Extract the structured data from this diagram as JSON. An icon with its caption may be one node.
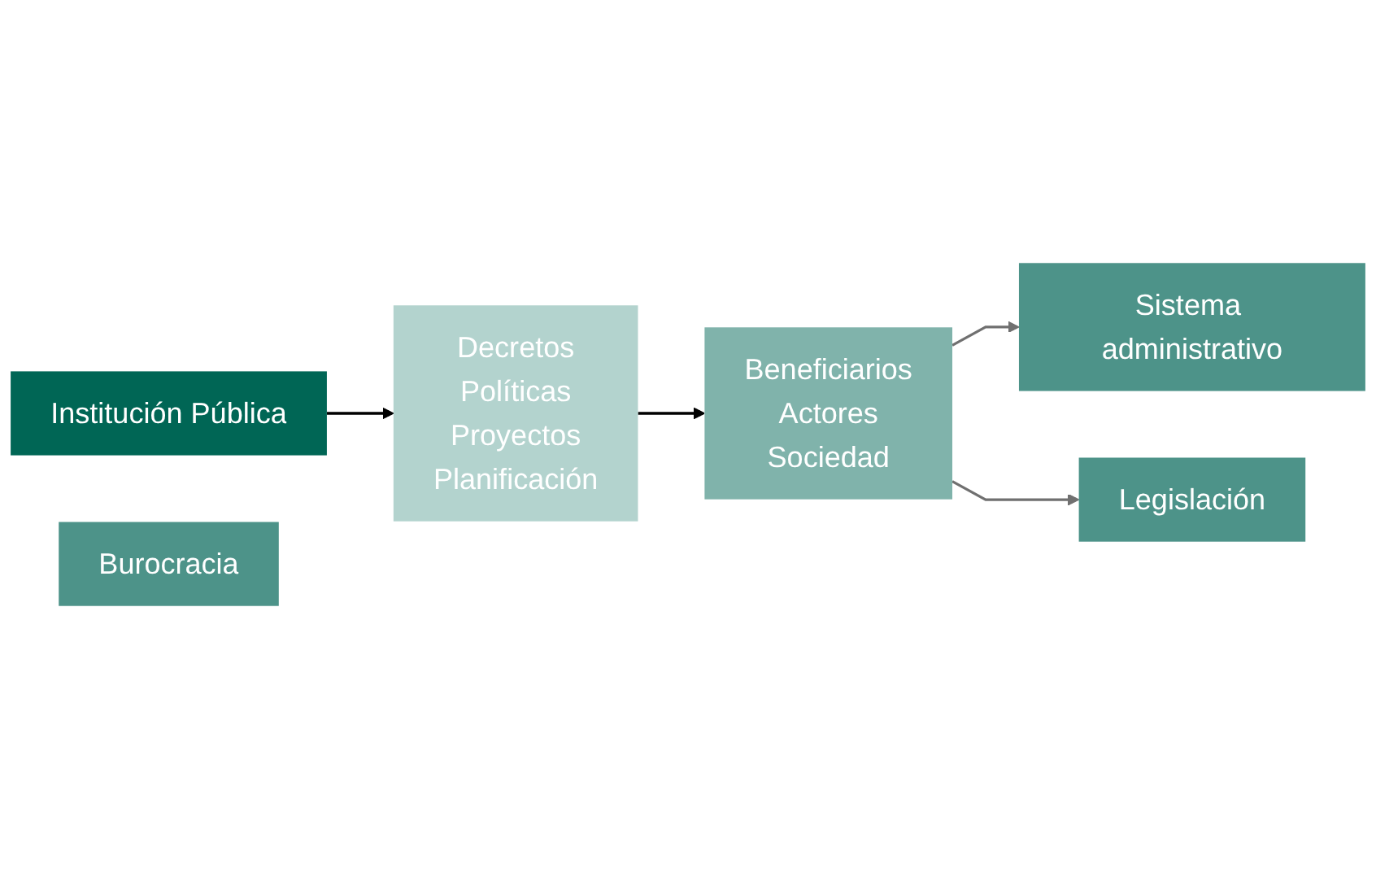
{
  "diagram": {
    "nodes": [
      {
        "text": [
          "Institución Pública"
        ]
      },
      {
        "text": [
          "Burocracia"
        ]
      },
      {
        "text": [
          "Sistema administrativo"
        ]
      },
      {
        "text": [
          "Legislación"
        ]
      },
      {
        "text": [
          "Beneficiarios",
          "Actores",
          "Sociedad"
        ]
      },
      {
        "text": [
          "Decretos",
          "Políticas",
          "Proyectos",
          "Planificación"
        ]
      }
    ],
    "edges": [
      {
        "from": 0,
        "to": 5,
        "arrow": "to"
      },
      {
        "from": 5,
        "to": 4,
        "arrow": "to"
      },
      {
        "from": 4,
        "to": 2,
        "arrow": "to",
        "color": "#707070"
      },
      {
        "from": 4,
        "to": 3,
        "arrow": "to",
        "color": "#707070"
      }
    ]
  }
}
